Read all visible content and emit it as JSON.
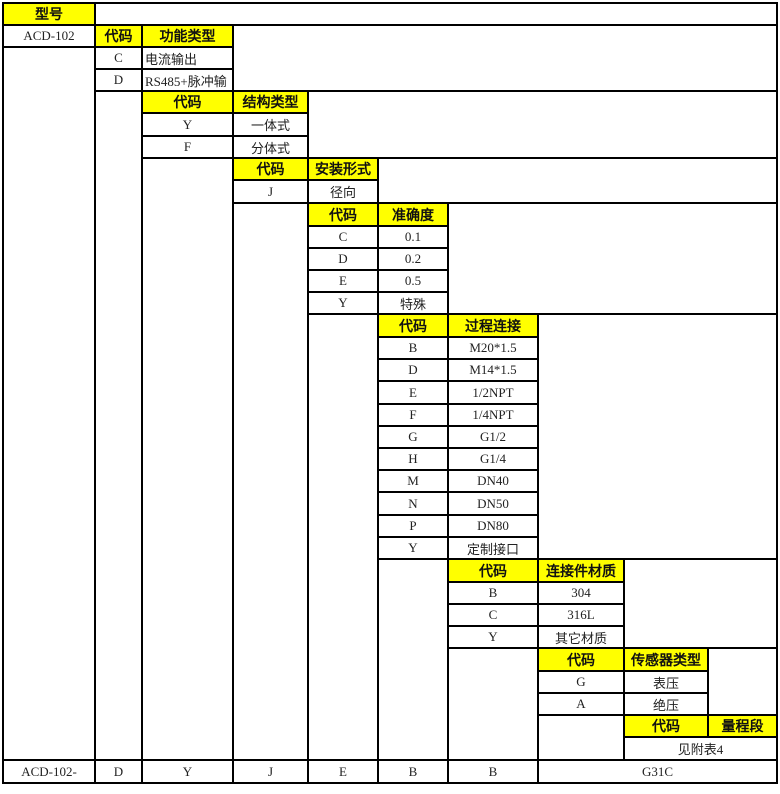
{
  "colors": {
    "header_bg": "#ffff00",
    "border": "#000000"
  },
  "title_label": "型号",
  "model": "ACD-102",
  "sections": [
    {
      "code_header": "代码",
      "name_header": "功能类型",
      "items": [
        {
          "code": "C",
          "name": "电流输出"
        },
        {
          "code": "D",
          "name": "RS485+脉冲输"
        }
      ]
    },
    {
      "code_header": "代码",
      "name_header": "结构类型",
      "items": [
        {
          "code": "Y",
          "name": "一体式"
        },
        {
          "code": "F",
          "name": "分体式"
        }
      ]
    },
    {
      "code_header": "代码",
      "name_header": "安装形式",
      "items": [
        {
          "code": "J",
          "name": "径向"
        }
      ]
    },
    {
      "code_header": "代码",
      "name_header": "准确度",
      "items": [
        {
          "code": "C",
          "name": "0.1"
        },
        {
          "code": "D",
          "name": "0.2"
        },
        {
          "code": "E",
          "name": "0.5"
        },
        {
          "code": "Y",
          "name": "特殊"
        }
      ]
    },
    {
      "code_header": "代码",
      "name_header": "过程连接",
      "items": [
        {
          "code": "B",
          "name": "M20*1.5"
        },
        {
          "code": "D",
          "name": "M14*1.5"
        },
        {
          "code": "E",
          "name": "1/2NPT"
        },
        {
          "code": "F",
          "name": "1/4NPT"
        },
        {
          "code": "G",
          "name": "G1/2"
        },
        {
          "code": "H",
          "name": "G1/4"
        },
        {
          "code": "M",
          "name": "DN40"
        },
        {
          "code": "N",
          "name": "DN50"
        },
        {
          "code": "P",
          "name": "DN80"
        },
        {
          "code": "Y",
          "name": "定制接口"
        }
      ]
    },
    {
      "code_header": "代码",
      "name_header": "连接件材质",
      "items": [
        {
          "code": "B",
          "name": "304"
        },
        {
          "code": "C",
          "name": "316L"
        },
        {
          "code": "Y",
          "name": "其它材质"
        }
      ]
    },
    {
      "code_header": "代码",
      "name_header": "传感器类型",
      "items": [
        {
          "code": "G",
          "name": "表压"
        },
        {
          "code": "A",
          "name": "绝压"
        }
      ]
    },
    {
      "code_header": "代码",
      "name_header": "量程段",
      "items": [
        {
          "code": "",
          "name": "见附表4"
        }
      ]
    }
  ],
  "example": [
    "ACD-102-",
    "D",
    "Y",
    "J",
    "E",
    "B",
    "B",
    "G31C"
  ]
}
